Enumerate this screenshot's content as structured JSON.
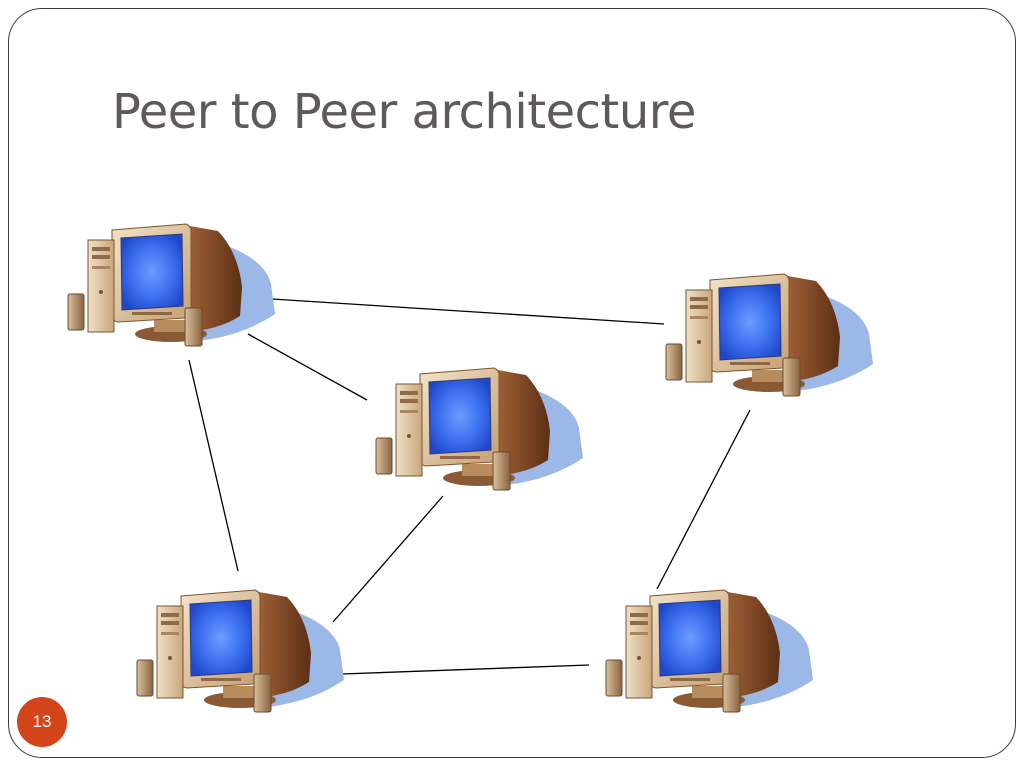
{
  "slide": {
    "title": "Peer to Peer architecture",
    "page_number": "13"
  },
  "diagram": {
    "nodes": [
      {
        "id": "peer-top-left",
        "icon": "desktop-computer-icon"
      },
      {
        "id": "peer-top-right",
        "icon": "desktop-computer-icon"
      },
      {
        "id": "peer-center",
        "icon": "desktop-computer-icon"
      },
      {
        "id": "peer-bottom-left",
        "icon": "desktop-computer-icon"
      },
      {
        "id": "peer-bottom-right",
        "icon": "desktop-computer-icon"
      }
    ],
    "edges": [
      {
        "from": "peer-top-left",
        "to": "peer-top-right"
      },
      {
        "from": "peer-top-left",
        "to": "peer-center"
      },
      {
        "from": "peer-top-left",
        "to": "peer-bottom-left"
      },
      {
        "from": "peer-center",
        "to": "peer-bottom-left"
      },
      {
        "from": "peer-bottom-left",
        "to": "peer-bottom-right"
      },
      {
        "from": "peer-top-right",
        "to": "peer-bottom-right"
      }
    ]
  },
  "colors": {
    "title": "#5f5a5a",
    "badge": "#d4441a",
    "frame": "#3a3a3a",
    "connector": "#000000"
  }
}
